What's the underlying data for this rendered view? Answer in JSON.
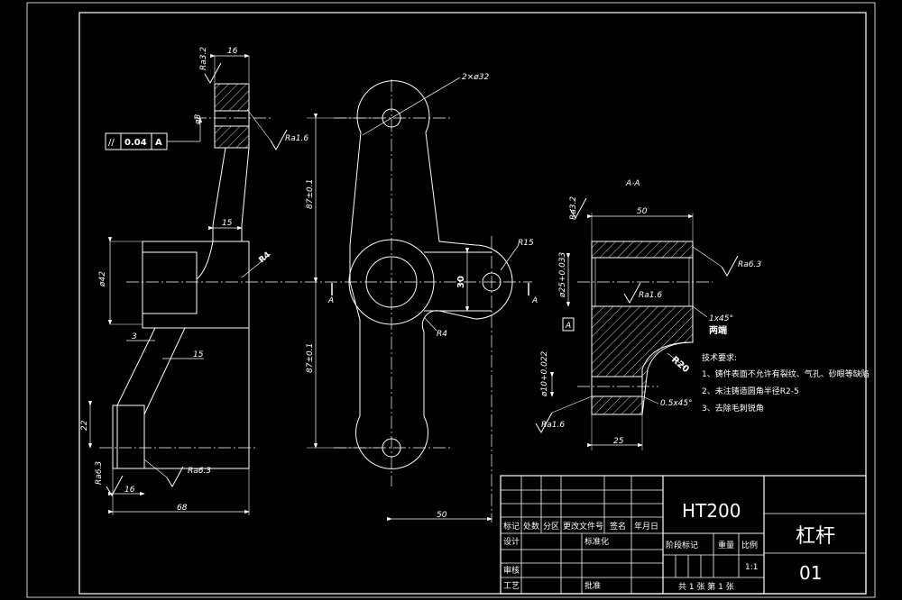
{
  "colors": {
    "background": "#000000",
    "line": "#ffffff",
    "centerline": "#ffffff"
  },
  "side_view": {
    "ra_top": "Ra3.2",
    "width_16_top": "16",
    "dia_8": "ø8",
    "ra_1_6": "Ra1.6",
    "tolerance_symbol": "//",
    "tolerance_value": "0.04",
    "datum_ref": "A",
    "dim_15_upper": "15",
    "r4": "R4",
    "dia_42": "ø42",
    "dim_3": "3",
    "dim_15_lower": "15",
    "dim_22": "22",
    "ra_6_3_left": "Ra6.3",
    "ra_6_3_bottom": "Ra6.3",
    "dim_16_bottom": "16",
    "dim_68": "68"
  },
  "front_view": {
    "holes": "2×ø32",
    "r15": "R15",
    "dim_30": "30",
    "r4": "R4",
    "dim_upper": "87±0.1",
    "dim_lower": "87±0.1",
    "section_left": "A",
    "section_right": "A",
    "dim_50": "50"
  },
  "section_view": {
    "title": "A-A",
    "ra_top": "Ra3.2",
    "dim_50": "50",
    "ra_6_3": "Ra6.3",
    "bore": "ø25+0.033",
    "ra_1_6": "Ra1.6",
    "datum": "A",
    "chamfer_ends": "1x45°",
    "chamfer_ends_note": "两端",
    "r20": "R20",
    "small_bore": "ø10+0.022",
    "chamfer_small": "0.5x45°",
    "ra_1_6_lower": "Ra1.6",
    "dim_25": "25"
  },
  "tech_requirements": {
    "title": "技术要求:",
    "items": [
      "1、铸件表面不允许有裂纹、气孔、砂眼等缺陷",
      "2、未注铸造圆角半径R2-5",
      "3、去除毛刺锐角"
    ]
  },
  "title_block": {
    "material": "HT200",
    "part_name": "杠杆",
    "drawing_no": "01",
    "header_cells": [
      "标记",
      "处数",
      "分区",
      "更改文件号",
      "签名",
      "年月日"
    ],
    "design": "设计",
    "standardize": "标准化",
    "stage_mark": "阶段标记",
    "weight": "重量",
    "scale": "比例",
    "scale_value": "1:1",
    "review": "审核",
    "process": "工艺",
    "approve": "批准",
    "sheets": "共 1 张 第 1 张"
  }
}
